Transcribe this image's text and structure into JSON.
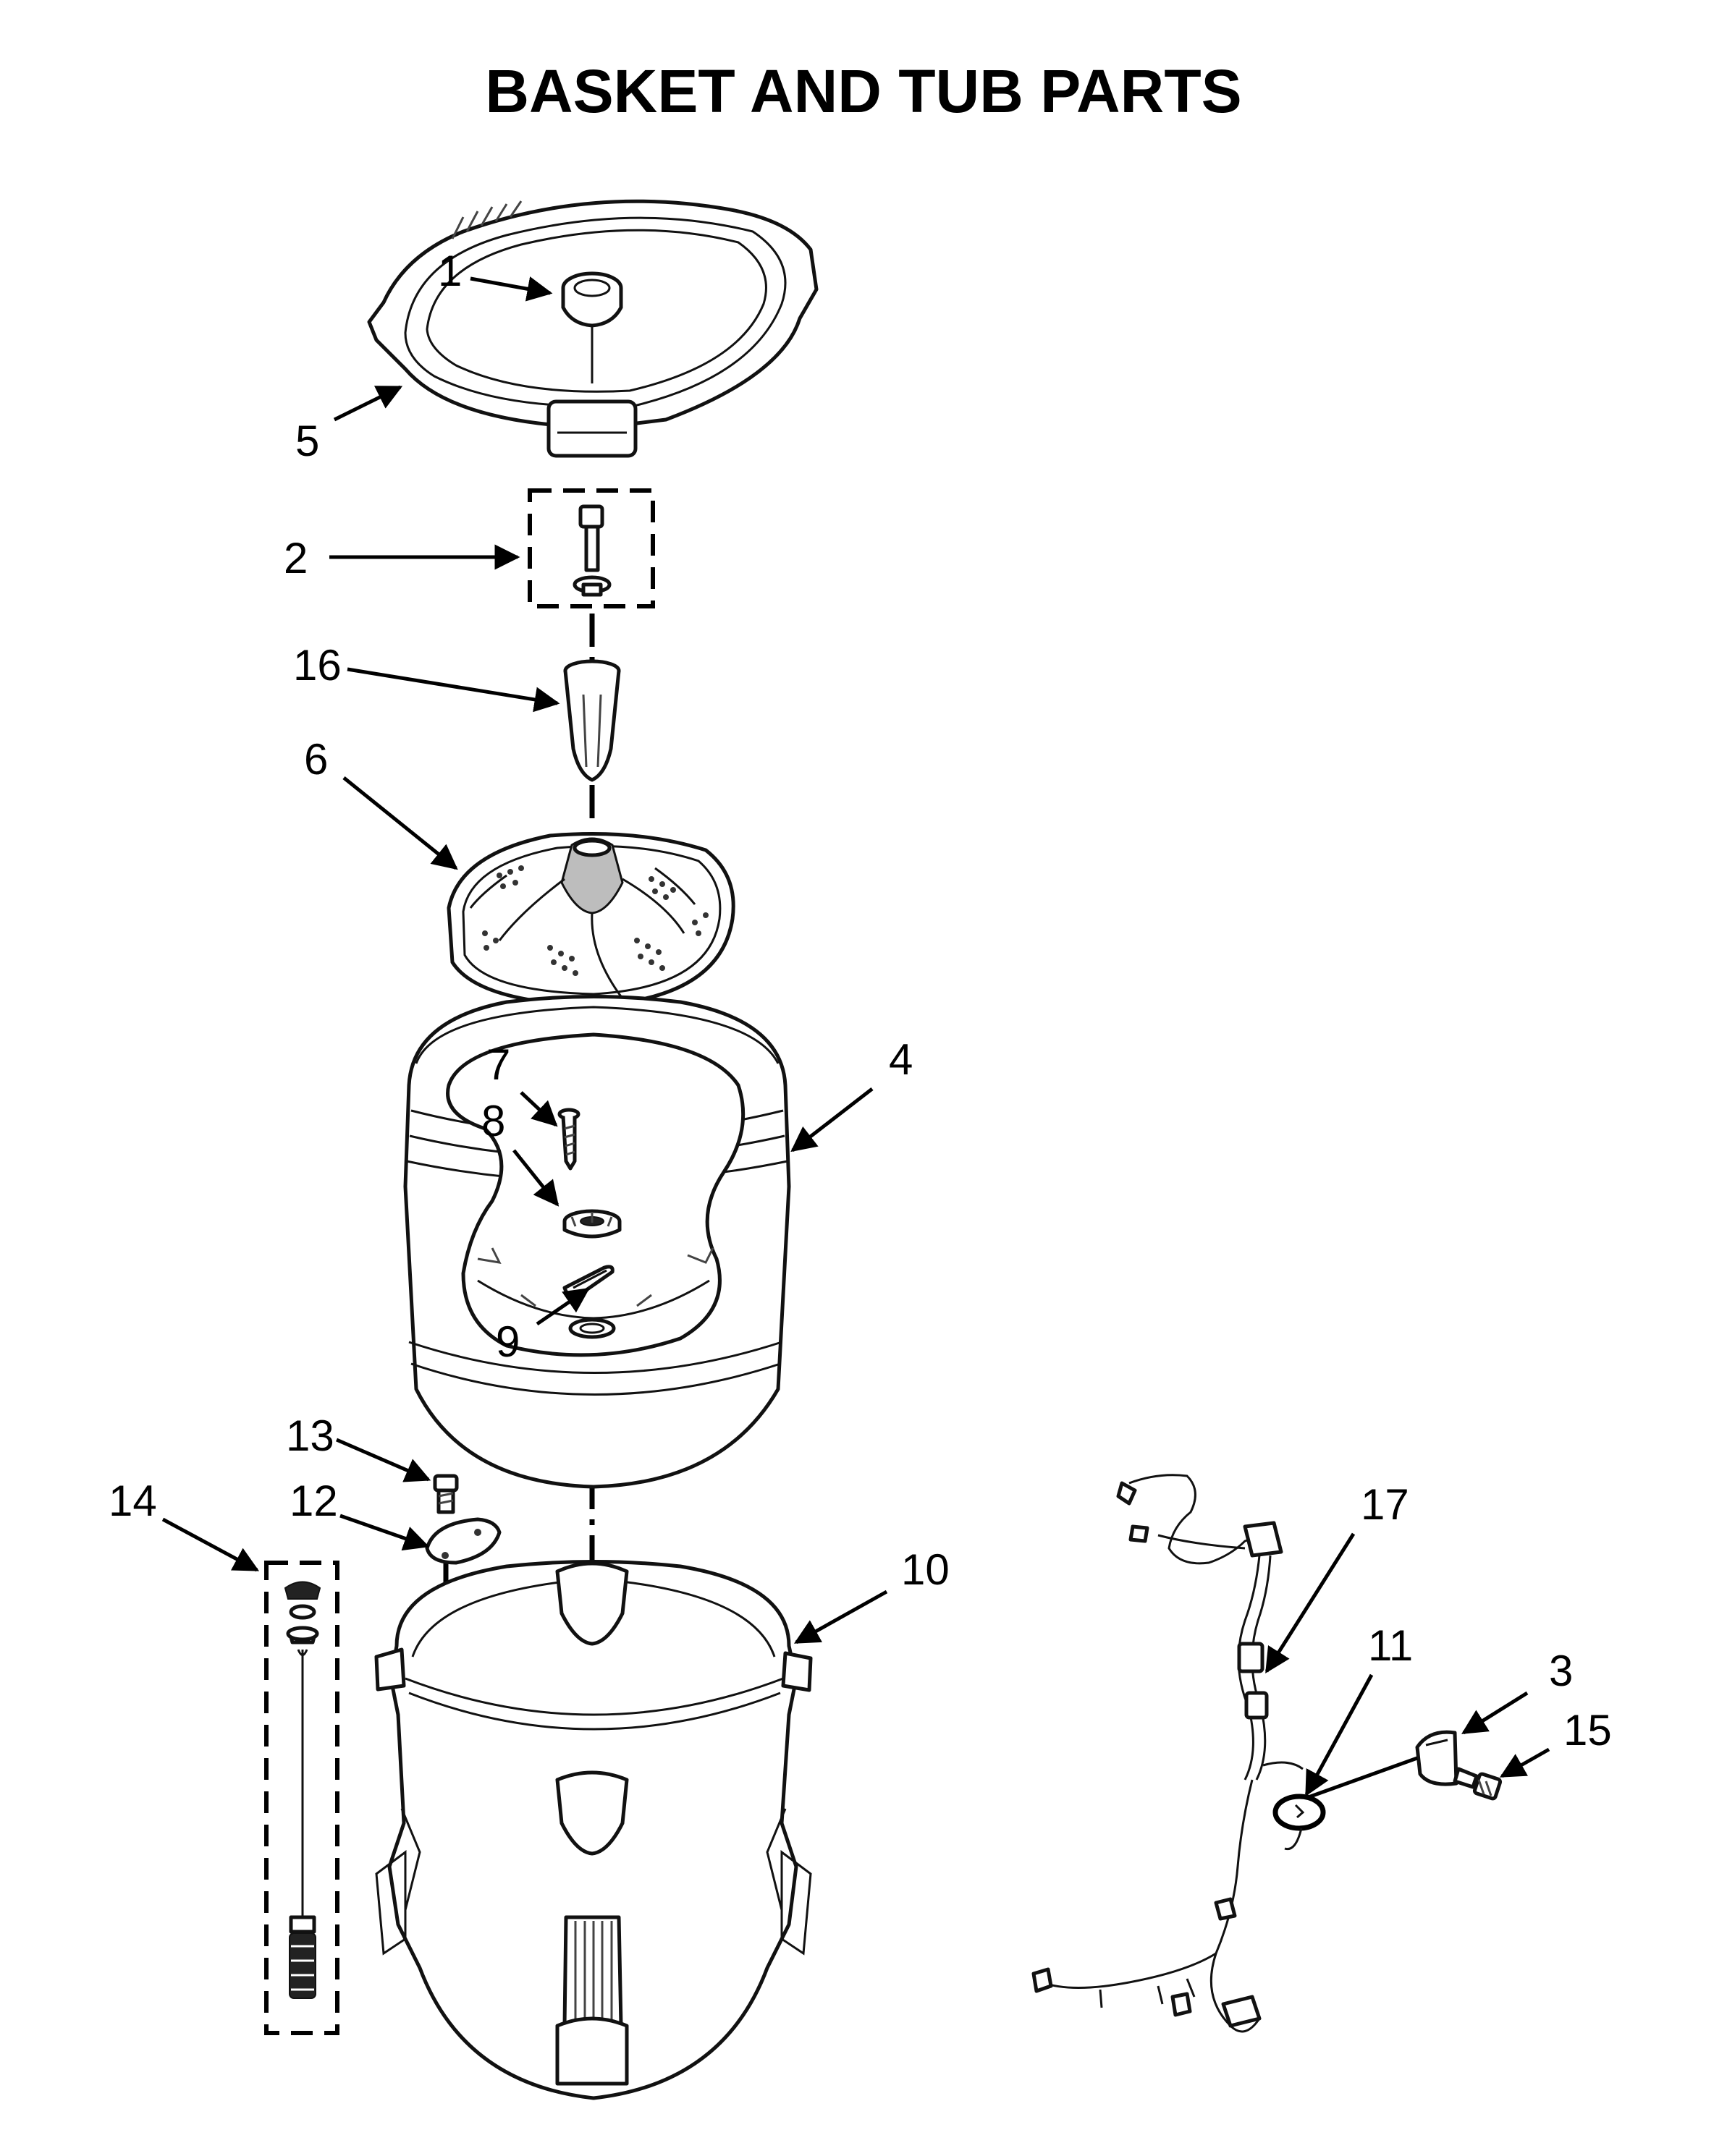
{
  "title": "BASKET AND TUB PARTS",
  "callouts": [
    "1",
    "2",
    "3",
    "4",
    "5",
    "6",
    "7",
    "8",
    "9",
    "10",
    "11",
    "12",
    "13",
    "14",
    "15",
    "16",
    "17"
  ]
}
